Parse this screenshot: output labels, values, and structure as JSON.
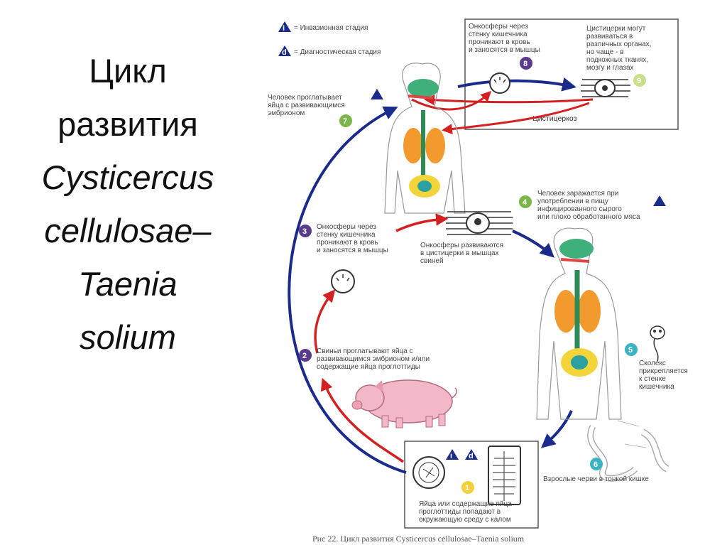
{
  "title": {
    "line1": "Цикл",
    "line2": "развития",
    "line3": "Cysticercus",
    "line4": "cellulosae–",
    "line5": "Taenia",
    "line6": "solium"
  },
  "legend": {
    "infective": {
      "symbol": "i",
      "label": "= Инвазионная стадия"
    },
    "diagnostic": {
      "symbol": "d",
      "label": "= Диагностическая стадия"
    }
  },
  "stages": {
    "s1": {
      "num": "1",
      "text": [
        "Яйца или содержащие яйца",
        "проглоттиды попадают в",
        "окружающую среду с калом"
      ]
    },
    "s2": {
      "num": "2",
      "text": [
        "Свиньи проглатывают яйца с",
        "развивающимся эмбрионом и/или",
        "содержащие яйца проглоттиды"
      ]
    },
    "s3": {
      "num": "3",
      "text": [
        "Онкосферы через",
        "стенку кишечника",
        "проникают в кровь",
        "и заносятся в мышцы"
      ]
    },
    "s3b": {
      "text": [
        "Онкосферы развиваются",
        "в цистицерки в мышцах",
        "свиней"
      ]
    },
    "s4": {
      "num": "4",
      "text": [
        "Человек заражается при",
        "употреблении в пищу",
        "инфицированного сырого",
        "или плохо обработанного мяса"
      ]
    },
    "s5": {
      "num": "5",
      "text": [
        "Сколекс",
        "прикрепляется",
        "к стенке",
        "кишечника"
      ]
    },
    "s6": {
      "num": "6",
      "text": [
        "Взрослые черви в тонкой кишке"
      ]
    },
    "s7": {
      "num": "7",
      "text": [
        "Человек проглатывает",
        "яйца с развивающимся",
        "эмбрионом"
      ]
    },
    "s8": {
      "num": "8",
      "text": [
        "Онкосферы через",
        "стенку кишечника",
        "проникают в кровь",
        "и заносятся в мышцы"
      ]
    },
    "s9": {
      "num": "9",
      "text": [
        "Цистицерки могут",
        "развиваться в",
        "различных органах,",
        "но чаще - в",
        "подкожных тканях,",
        "мозгу и глазах"
      ]
    }
  },
  "box_label": "Цистицеркоз",
  "caption": "Рис 22. Цикл развития Cysticercus cellulosae–Taenia solium",
  "colors": {
    "blue_arrow": "#1a2b8c",
    "red_arrow": "#d42020",
    "stage_num": "#5a3a8a",
    "badge_yellow": "#f3cf3a",
    "badge_teal": "#3bb4c4",
    "badge_green": "#7ab648"
  }
}
